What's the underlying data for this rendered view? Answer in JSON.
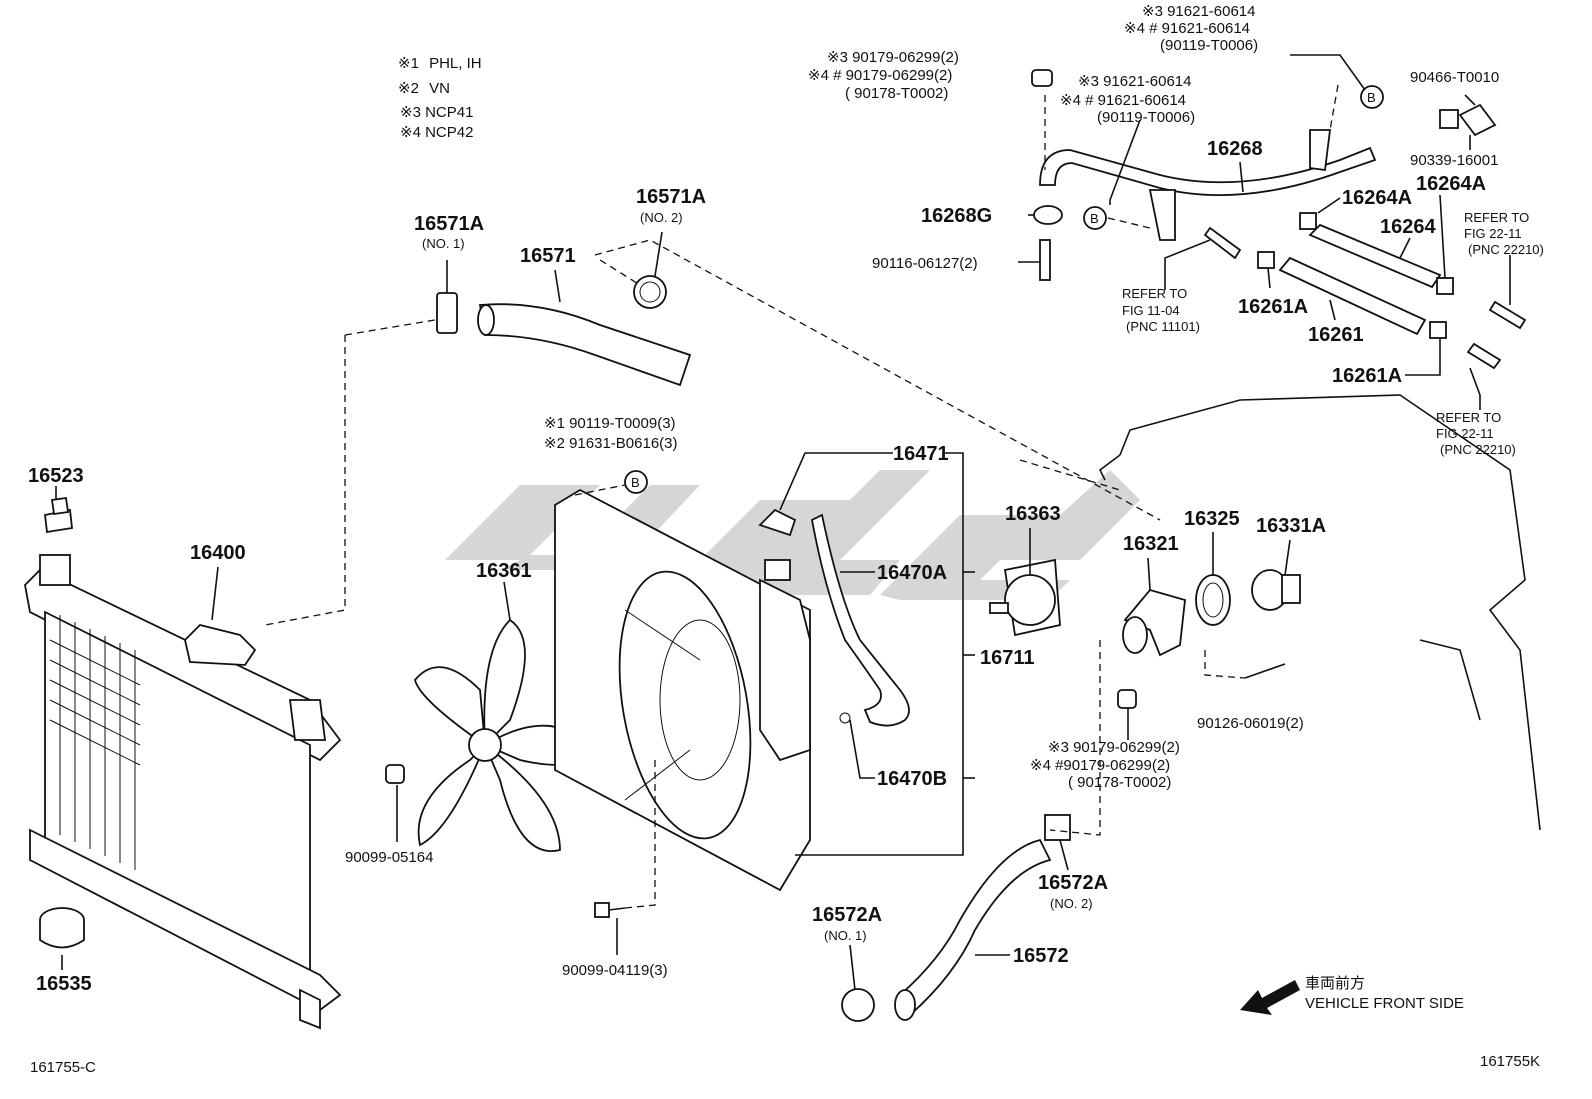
{
  "notes": [
    {
      "mark": "※1",
      "text": "PHL, IH"
    },
    {
      "mark": "※2",
      "text": "VN"
    },
    {
      "mark": "※3",
      "text": "NCP41"
    },
    {
      "mark": "※4",
      "text": "NCP42"
    }
  ],
  "labels": {
    "p16523": "16523",
    "p16400": "16400",
    "p16535": "16535",
    "p16571A_1": "16571A",
    "p16571A_1_sub": "(NO. 1)",
    "p16571A_2": "16571A",
    "p16571A_2_sub": "(NO. 2)",
    "p16571": "16571",
    "b1_l1": "※1 90119-T0009(3)",
    "b1_l2": "※2 91631-B0616(3)",
    "b_marker": "B",
    "p16361": "16361",
    "p90099_05164": "90099-05164",
    "p90099_04119": "90099-04119(3)",
    "p16471": "16471",
    "p16470A": "16470A",
    "p16711": "16711",
    "p16470B": "16470B",
    "p16363": "16363",
    "p16321": "16321",
    "p16325": "16325",
    "p16331A": "16331A",
    "p90126": "90126-06019(2)",
    "n2_l1": "※3 90179-06299(2)",
    "n2_l2": "※4 #90179-06299(2)",
    "n2_l3": "( 90178-T0002)",
    "p16572A_2": "16572A",
    "p16572A_2_sub": "(NO. 2)",
    "p16572A_1": "16572A",
    "p16572A_1_sub": "(NO. 1)",
    "p16572": "16572",
    "top_a_l1": "※3 91621-60614",
    "top_a_l2": "※4 # 91621-60614",
    "top_a_l3": "(90119-T0006)",
    "top_b_l1": "※3 90179-06299(2)",
    "top_b_l2": "※4 # 90179-06299(2)",
    "top_b_l3": "( 90178-T0002)",
    "top_c_l1": "※3 91621-60614",
    "top_c_l2": "※4 # 91621-60614",
    "top_c_l3": "(90119-T0006)",
    "p90466": "90466-T0010",
    "p90339": "90339-16001",
    "p16268": "16268",
    "p16268G": "16268G",
    "p90116": "90116-06127(2)",
    "p16264A_1": "16264A",
    "p16264A_2": "16264A",
    "p16264": "16264",
    "p16261A_1": "16261A",
    "p16261": "16261",
    "p16261A_2": "16261A",
    "ref1_l1": "REFER TO",
    "ref1_l2": "FIG 11-04",
    "ref1_l3": "(PNC 11101)",
    "ref2_l1": "REFER TO",
    "ref2_l2": "FIG 22-11",
    "ref2_l3": "(PNC 22210)",
    "ref3_l1": "REFER TO",
    "ref3_l2": "FIG 22-11",
    "ref3_l3": "(PNC 22210)",
    "front_jp": "車両前方",
    "front_en": "VEHICLE FRONT SIDE",
    "code_left": "161755-C",
    "code_right": "161755K"
  }
}
